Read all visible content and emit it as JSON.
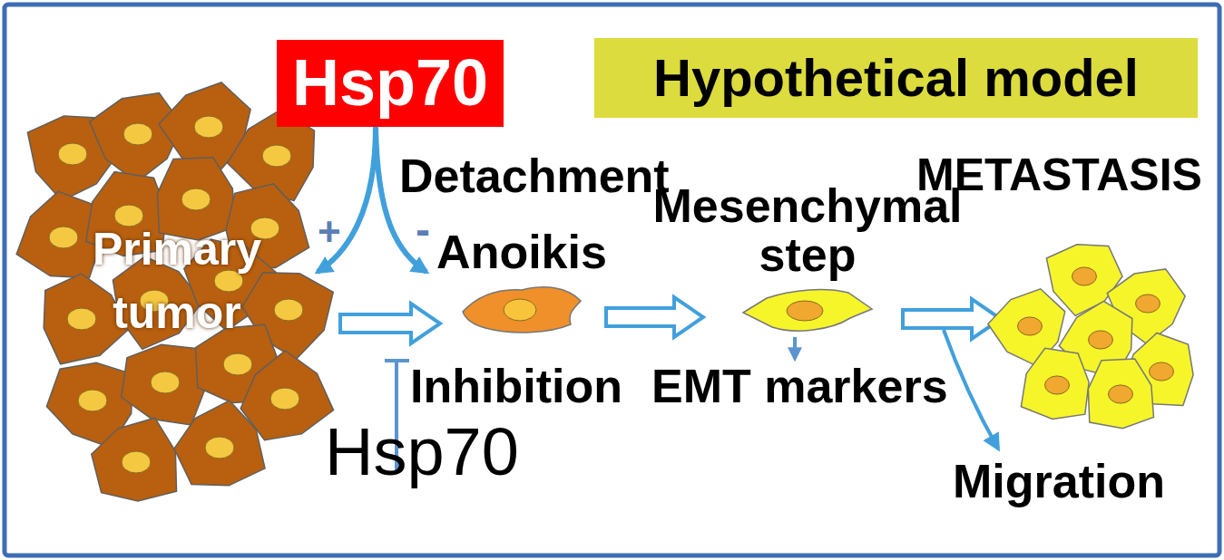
{
  "diagram": {
    "nodes": [
      {
        "text": [
          "Primary tumor"
        ]
      },
      {
        "text": [
          "Hsp70"
        ]
      },
      {
        "text": [
          "Hypothetical model"
        ]
      },
      {
        "text": [
          "Anoikis"
        ]
      },
      {
        "text": [
          "Mesenchymal step"
        ]
      },
      {
        "text": [
          "METASTASIS"
        ]
      }
    ],
    "edges": [
      {
        "from": 0,
        "to": 3,
        "arrow": "to"
      },
      {
        "from": 3,
        "to": 4,
        "arrow": "to"
      },
      {
        "from": 4,
        "to": 5,
        "arrow": "to"
      }
    ],
    "labels": [
      "Detachment",
      "+",
      "-",
      "Inhibition",
      "Hsp70",
      "EMT markers",
      "Migration"
    ]
  }
}
